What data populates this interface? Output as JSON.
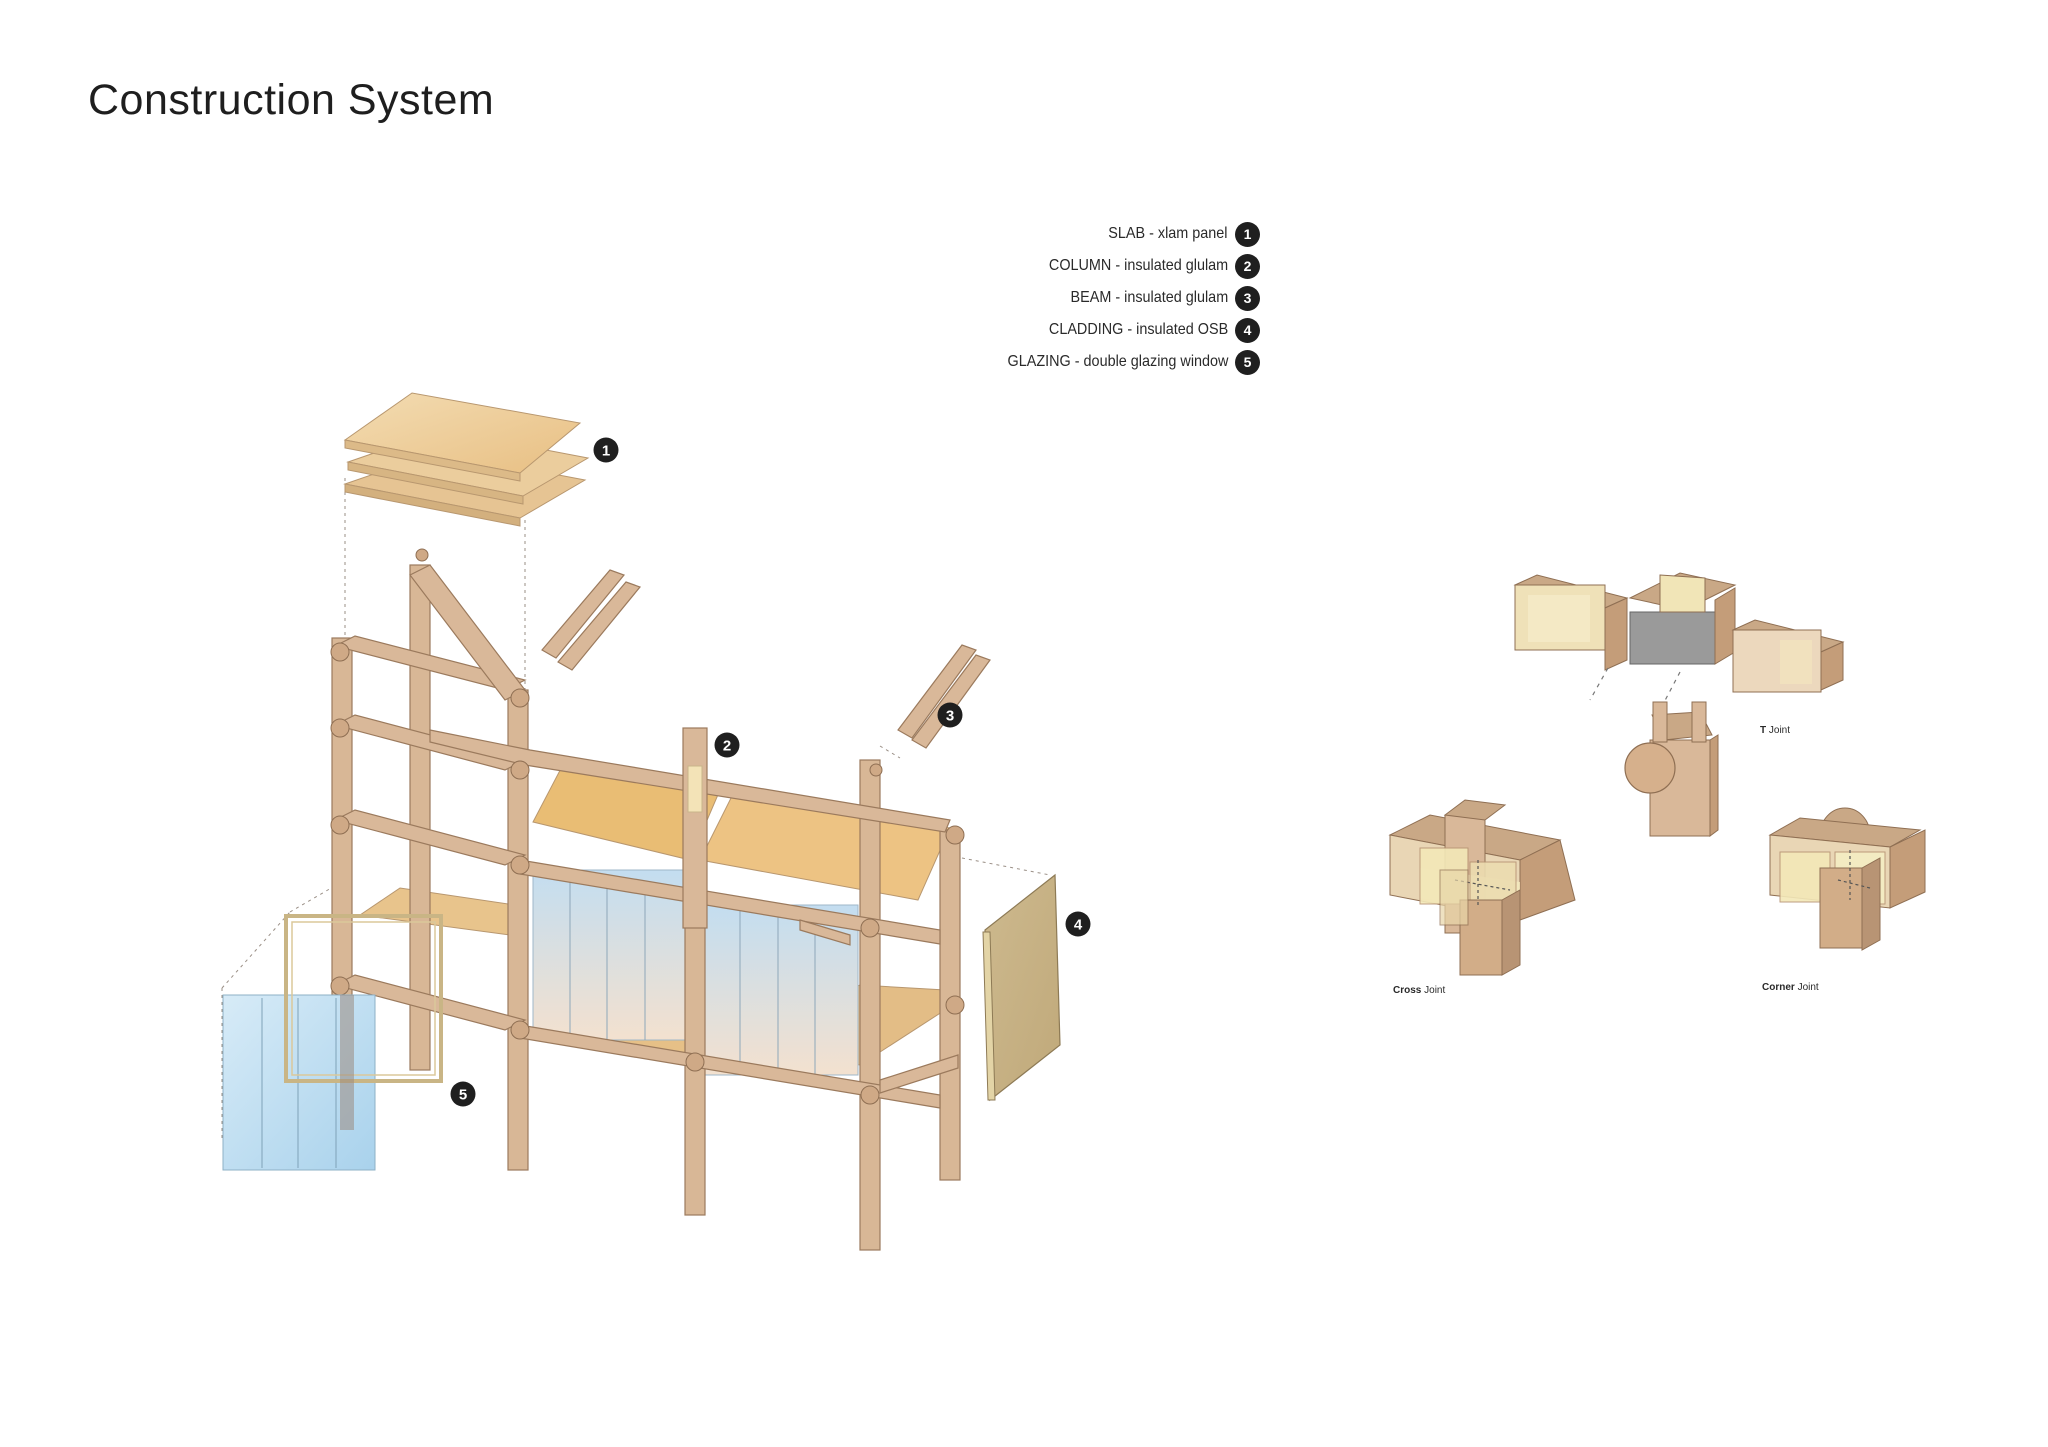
{
  "title": "Construction System",
  "legend": [
    {
      "label": "SLAB - xlam panel",
      "number": "1"
    },
    {
      "label": "COLUMN - insulated glulam",
      "number": "2"
    },
    {
      "label": "BEAM - insulated glulam",
      "number": "3"
    },
    {
      "label": "CLADDING - insulated OSB",
      "number": "4"
    },
    {
      "label": "GLAZING - double glazing window",
      "number": "5"
    }
  ],
  "callouts": [
    "1",
    "2",
    "3",
    "4",
    "5"
  ],
  "joints": {
    "t": {
      "bold": "T",
      "rest": "Joint"
    },
    "cross": {
      "bold": "Cross",
      "rest": "Joint"
    },
    "corner": {
      "bold": "Corner",
      "rest": "Joint"
    }
  },
  "colors": {
    "timber": "#d9b899",
    "timber_dark": "#b89474",
    "slab": "#ecc58a",
    "glass": "#cfe6f3",
    "insulation": "#f4eab8",
    "steel": "#8a8a8a"
  }
}
